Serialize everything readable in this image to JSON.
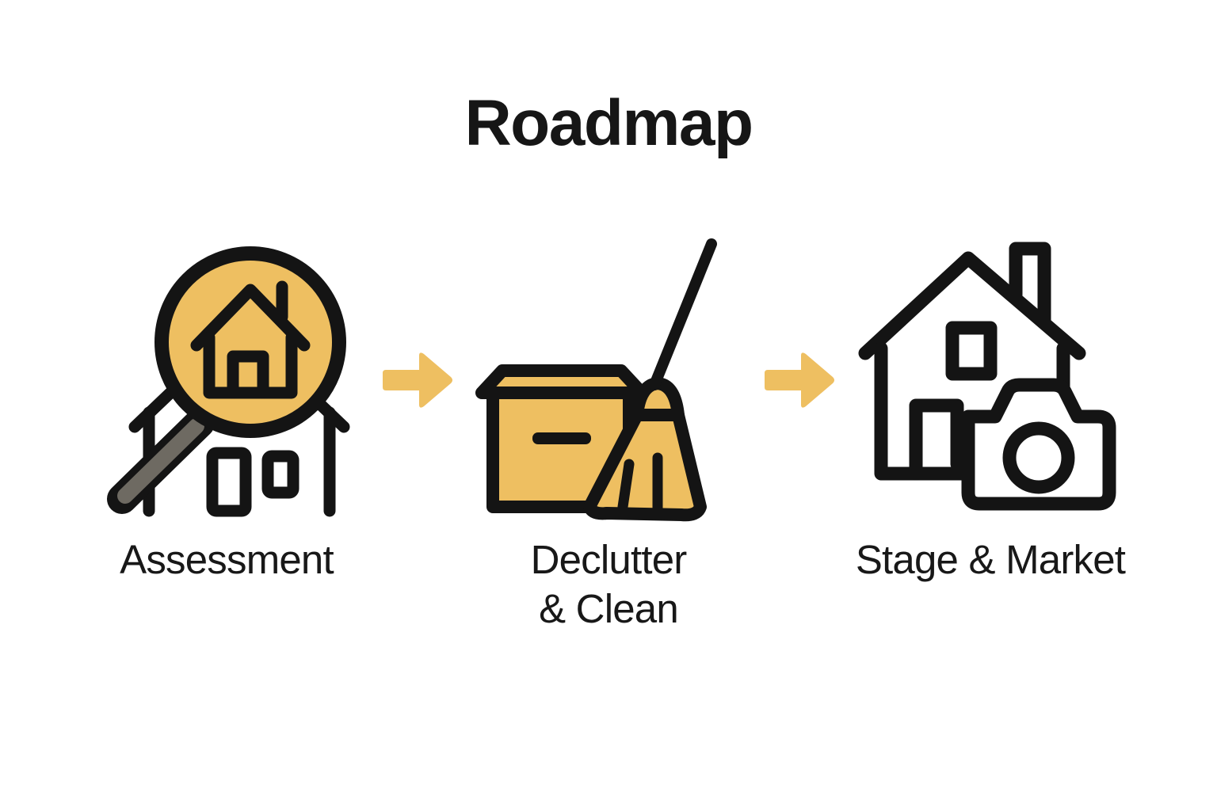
{
  "page": {
    "background_color": "#ffffff",
    "title": "Roadmap",
    "title_color": "#161616"
  },
  "palette": {
    "accent_yellow": "#EEBF61",
    "accent_yellow_light": "#F0C776",
    "outline_black": "#141414",
    "handle_gray": "#6E6A62",
    "text_color": "#181818"
  },
  "steps": [
    {
      "id": "assessment",
      "label": "Assessment",
      "icon_name": "magnifying-glass-house-icon",
      "icon_parts": [
        "house-outline",
        "magnifier-lens-yellow",
        "house-in-lens",
        "magnifier-handle-gray"
      ]
    },
    {
      "id": "declutter-clean",
      "label": "Declutter\n& Clean",
      "icon_name": "box-and-broom-icon",
      "icon_parts": [
        "cardboard-box-yellow",
        "box-lid",
        "box-handle-slot",
        "broom-bristles-yellow",
        "broom-handle-black"
      ]
    },
    {
      "id": "stage-market",
      "label": "Stage & Market",
      "icon_name": "house-camera-icon",
      "icon_parts": [
        "house-outline",
        "chimney",
        "window",
        "door",
        "camera-body",
        "camera-lens"
      ]
    }
  ],
  "arrows": [
    {
      "id": "arrow-1",
      "icon_name": "arrow-right-icon",
      "color": "#EEBF61"
    },
    {
      "id": "arrow-2",
      "icon_name": "arrow-right-icon",
      "color": "#EEBF61"
    }
  ]
}
